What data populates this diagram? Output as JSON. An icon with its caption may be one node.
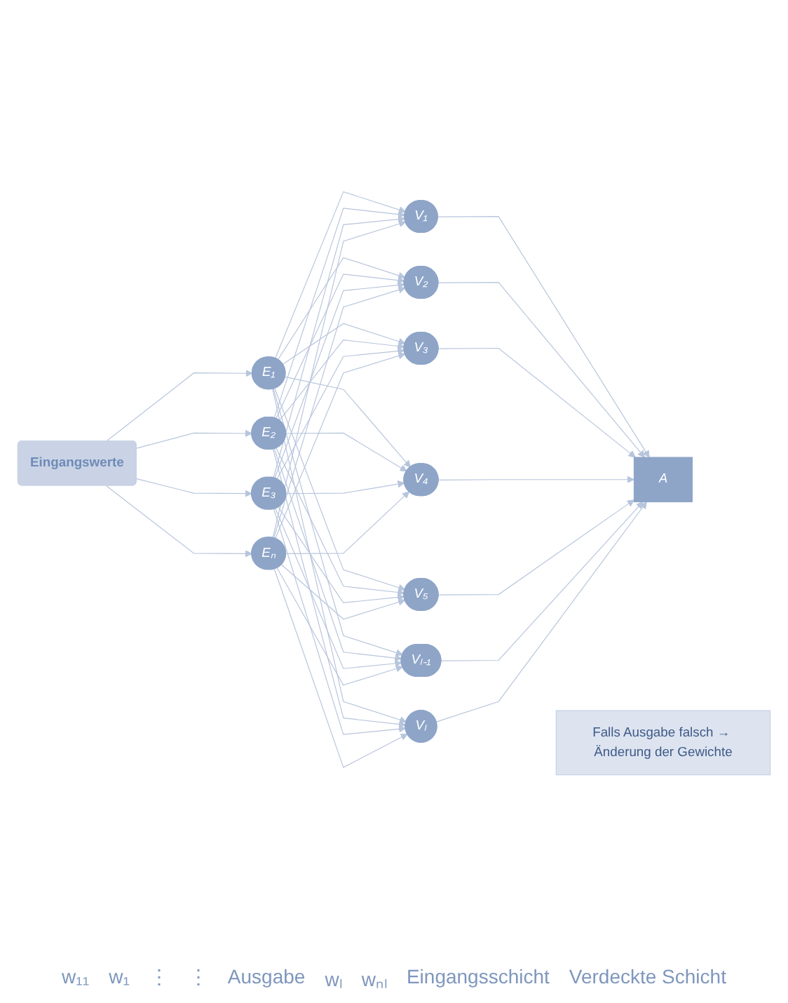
{
  "diagram": {
    "nodes": [
      {
        "text": [
          "Falls Ausgabe falsch → Änderung der Gewichte"
        ]
      },
      {
        "text": [
          "Eingangswerte"
        ]
      },
      {
        "text": [
          "E₁"
        ]
      },
      {
        "text": [
          "E₂"
        ]
      },
      {
        "text": [
          "E₃"
        ]
      },
      {
        "text": [
          "Eₙ"
        ]
      },
      {
        "text": [
          "V₁"
        ]
      },
      {
        "text": [
          "V₂"
        ]
      },
      {
        "text": [
          "V₃"
        ]
      },
      {
        "text": [
          "V₄"
        ]
      },
      {
        "text": [
          "V₅"
        ]
      },
      {
        "text": [
          "Vₗ₋₁"
        ]
      },
      {
        "text": [
          "Vₗ"
        ]
      },
      {
        "text": [
          "A"
        ]
      }
    ],
    "edges": [
      {
        "from": 1,
        "to": 2,
        "arrow": "to"
      },
      {
        "from": 1,
        "to": 3,
        "arrow": "to"
      },
      {
        "from": 1,
        "to": 4,
        "arrow": "to"
      },
      {
        "from": 1,
        "to": 5,
        "arrow": "to"
      },
      {
        "from": 2,
        "to": 6,
        "arrow": "to"
      },
      {
        "from": 2,
        "to": 7,
        "arrow": "to"
      },
      {
        "from": 2,
        "to": 8,
        "arrow": "to"
      },
      {
        "from": 2,
        "to": 9,
        "arrow": "to"
      },
      {
        "from": 2,
        "to": 10,
        "arrow": "to"
      },
      {
        "from": 2,
        "to": 11,
        "arrow": "to"
      },
      {
        "from": 2,
        "to": 12,
        "arrow": "to"
      },
      {
        "from": 3,
        "to": 6,
        "arrow": "to"
      },
      {
        "from": 3,
        "to": 7,
        "arrow": "to"
      },
      {
        "from": 3,
        "to": 8,
        "arrow": "to"
      },
      {
        "from": 3,
        "to": 9,
        "arrow": "to"
      },
      {
        "from": 3,
        "to": 10,
        "arrow": "to"
      },
      {
        "from": 3,
        "to": 11,
        "arrow": "to"
      },
      {
        "from": 3,
        "to": 12,
        "arrow": "to"
      },
      {
        "from": 4,
        "to": 6,
        "arrow": "to"
      },
      {
        "from": 4,
        "to": 7,
        "arrow": "to"
      },
      {
        "from": 4,
        "to": 8,
        "arrow": "to"
      },
      {
        "from": 4,
        "to": 9,
        "arrow": "to"
      },
      {
        "from": 4,
        "to": 10,
        "arrow": "to"
      },
      {
        "from": 4,
        "to": 11,
        "arrow": "to"
      },
      {
        "from": 4,
        "to": 12,
        "arrow": "to"
      },
      {
        "from": 5,
        "to": 6,
        "arrow": "to"
      },
      {
        "from": 5,
        "to": 7,
        "arrow": "to"
      },
      {
        "from": 5,
        "to": 8,
        "arrow": "to"
      },
      {
        "from": 5,
        "to": 9,
        "arrow": "to"
      },
      {
        "from": 5,
        "to": 10,
        "arrow": "to"
      },
      {
        "from": 5,
        "to": 11,
        "arrow": "to"
      },
      {
        "from": 5,
        "to": 12,
        "arrow": "to"
      },
      {
        "from": 6,
        "to": 13,
        "arrow": "to"
      },
      {
        "from": 7,
        "to": 13,
        "arrow": "to"
      },
      {
        "from": 8,
        "to": 13,
        "arrow": "to"
      },
      {
        "from": 9,
        "to": 13,
        "arrow": "to"
      },
      {
        "from": 10,
        "to": 13,
        "arrow": "to"
      },
      {
        "from": 11,
        "to": 13,
        "arrow": "to"
      },
      {
        "from": 12,
        "to": 13,
        "arrow": "to"
      }
    ],
    "labels": [
      "w₁₁",
      "w₁",
      "⋮",
      "⋮",
      "Ausgabe",
      "wₗ",
      "wₙₗ",
      "Eingangsschicht",
      "Verdeckte Schicht"
    ]
  }
}
